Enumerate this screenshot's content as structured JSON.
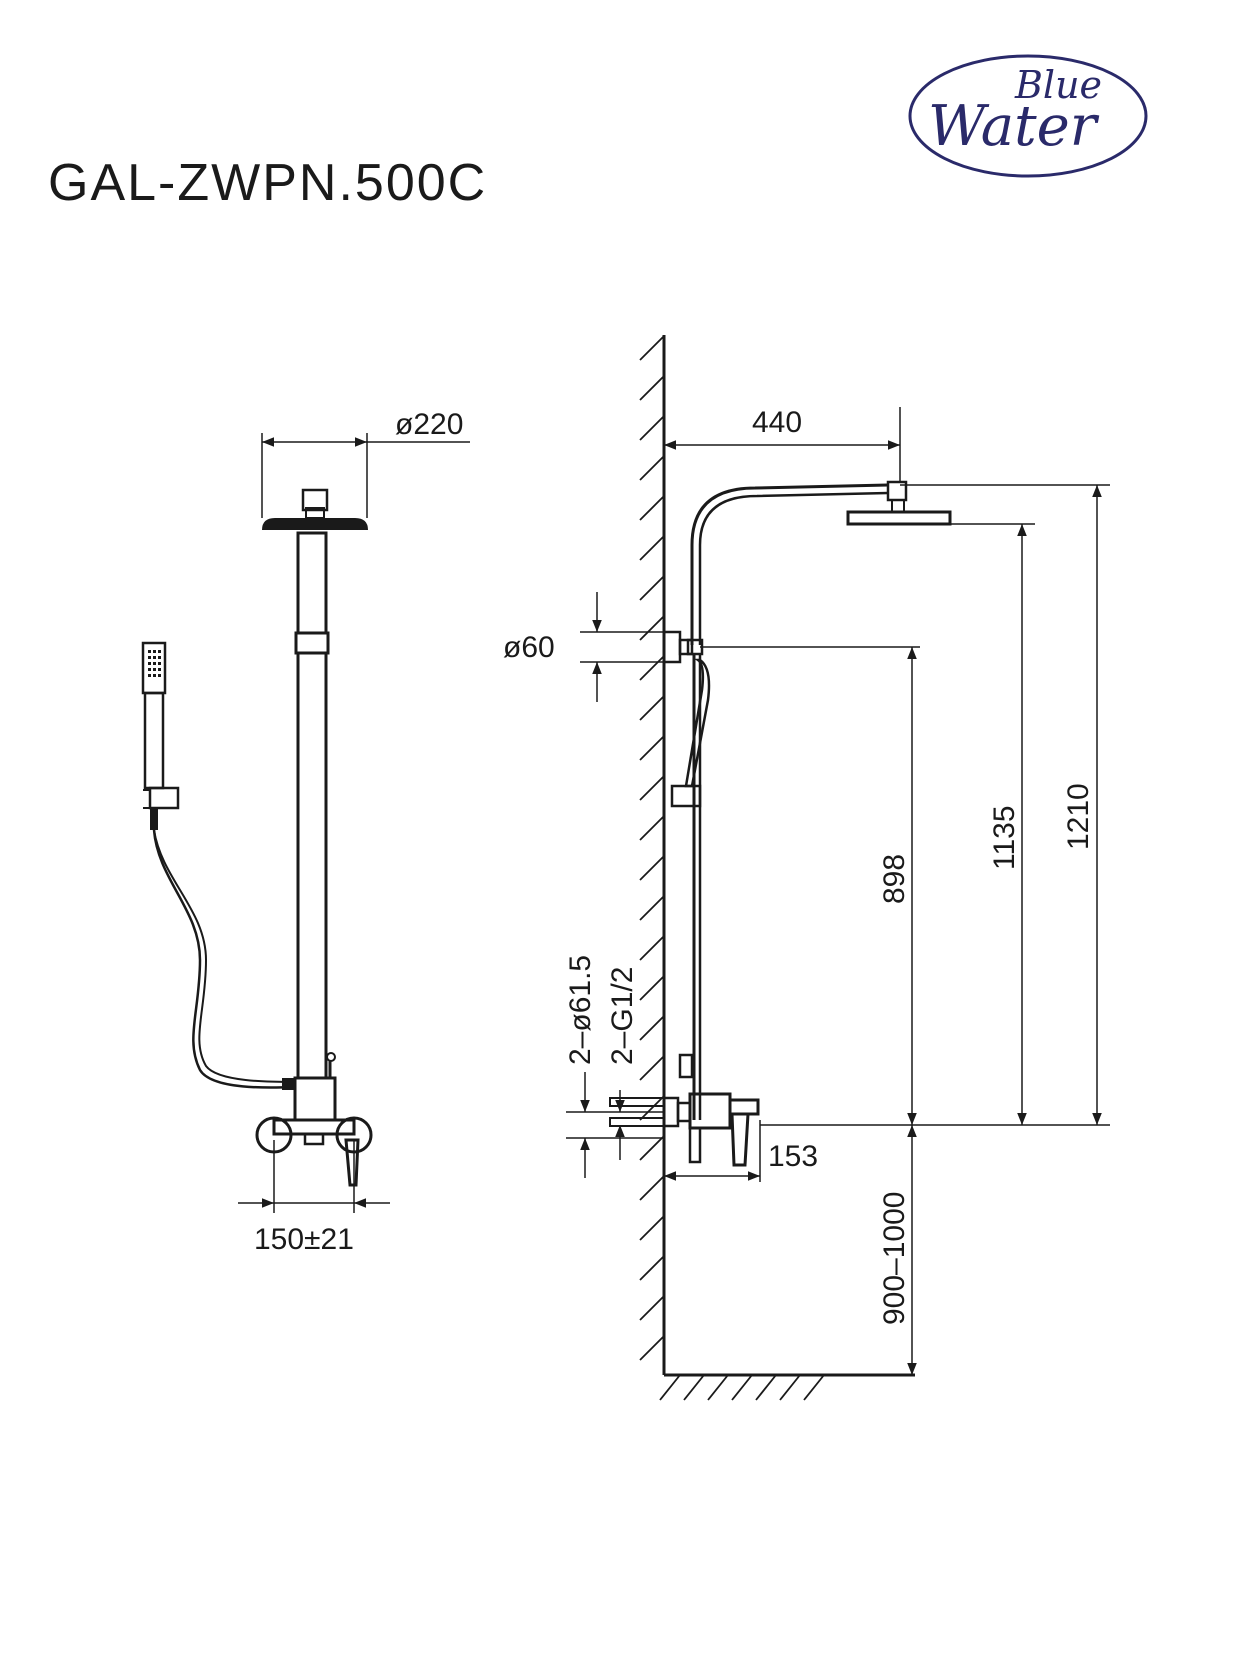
{
  "model": "GAL-ZWPN.500C",
  "logo": {
    "line1": "Blue",
    "line2": "Water",
    "color": "#2a2a6a"
  },
  "dimensions": {
    "head_diameter": "ø220",
    "arm_reach": "440",
    "wall_flange": "ø60",
    "mixer_spacing": "150±21",
    "outlet_projection": "153",
    "bracket_height": "898",
    "head_height": "1135",
    "total_height": "1210",
    "mixer_height": "900–1000",
    "flange_dia": "2–ø61.5",
    "thread": "2–G1/2"
  }
}
